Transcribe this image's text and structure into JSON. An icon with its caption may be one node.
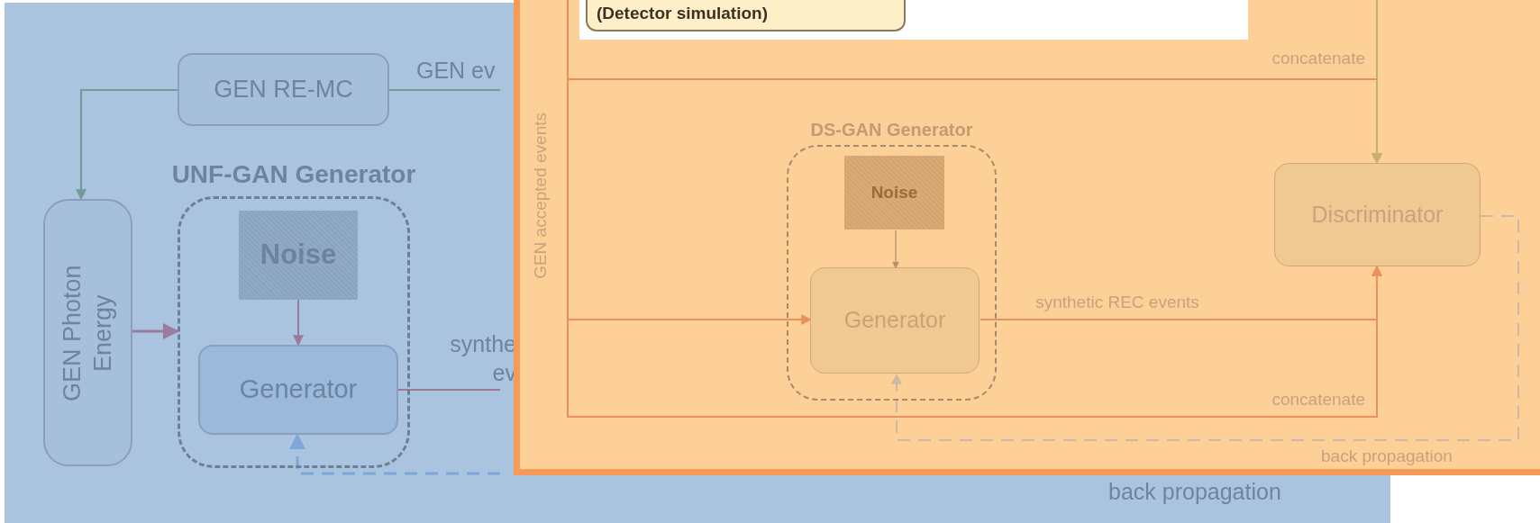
{
  "diagram": {
    "nodes": [
      {
        "text": [
          "GEN RE-MC"
        ]
      },
      {
        "text": [
          "GEN Photon Energy"
        ]
      },
      {
        "text": [
          "UNF-GAN Generator"
        ]
      },
      {
        "text": [
          "Noise"
        ],
        "in": 2
      },
      {
        "text": [
          "Generator"
        ],
        "in": 2
      },
      {
        "text": [
          "(Detector simulation)"
        ]
      },
      {
        "text": [
          "GEN accepted events"
        ]
      },
      {
        "text": [
          "DS-GAN Generator"
        ]
      },
      {
        "text": [
          "Noise"
        ],
        "in": 7
      },
      {
        "text": [
          "Generator"
        ],
        "in": 7
      },
      {
        "text": [
          "Discriminator"
        ]
      }
    ],
    "edges": [
      {
        "from": 0,
        "to": 1,
        "arrow": "to",
        "color": "#6f9c93"
      },
      {
        "from": 0,
        "to": null,
        "arrow": "none",
        "label": "GEN ev",
        "color": "#6f9c93"
      },
      {
        "from": 1,
        "to": 2,
        "arrow": "to",
        "color": "#9a7b98"
      },
      {
        "from": 3,
        "to": 4,
        "arrow": "to",
        "color": "#9a7b98"
      },
      {
        "from": 4,
        "to": null,
        "arrow": "none",
        "label": "synthe ev",
        "color": "#9a7b98"
      },
      {
        "from": null,
        "to": 4,
        "arrow": "to",
        "style": "dashed",
        "color": "#7fa6d8"
      },
      {
        "from": 6,
        "to": 9,
        "arrow": "to"
      },
      {
        "from": 6,
        "to": 10,
        "arrow": "to",
        "label": "concatenate"
      },
      {
        "from": 6,
        "to": 10,
        "arrow": "to",
        "label": "concatenate"
      },
      {
        "from": null,
        "to": 10,
        "arrow": "to",
        "color": "#c6b06a"
      },
      {
        "from": 8,
        "to": 9,
        "arrow": "to",
        "color": "#b8916c"
      },
      {
        "from": 9,
        "to": 10,
        "arrow": "to",
        "label": "synthetic REC events"
      },
      {
        "from": 10,
        "to": 9,
        "arrow": "to",
        "style": "dashed",
        "color": "#cbb9a4"
      }
    ],
    "labels": [
      "back propagation",
      "back propagation"
    ]
  }
}
